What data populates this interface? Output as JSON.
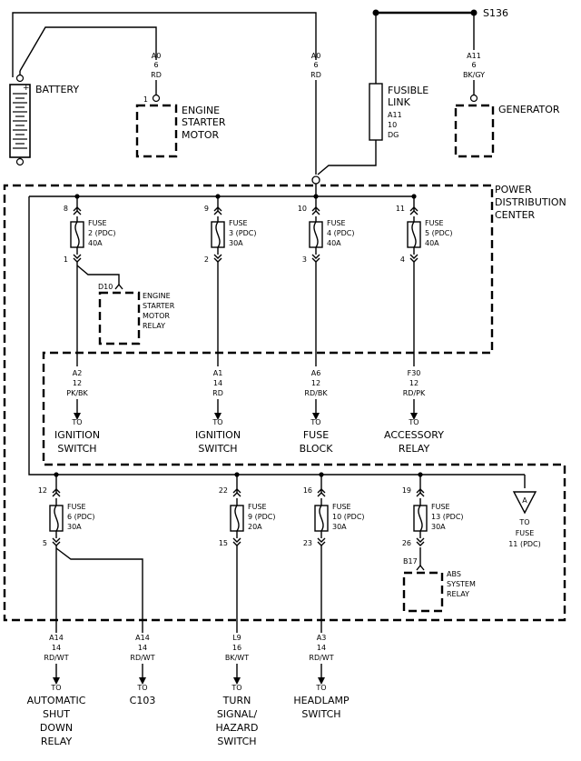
{
  "battery": {
    "label": "BATTERY"
  },
  "starter": {
    "wire": [
      "A0",
      "6",
      "RD"
    ],
    "pin": "1",
    "label": [
      "ENGINE",
      "STARTER",
      "MOTOR"
    ]
  },
  "main_wire": [
    "A0",
    "6",
    "RD"
  ],
  "fusible_link": {
    "label": [
      "FUSIBLE",
      "LINK"
    ],
    "wire": [
      "A11",
      "10",
      "DG"
    ]
  },
  "splice": "S136",
  "generator": {
    "wire": [
      "A11",
      "6",
      "BK/GY"
    ],
    "label": "GENERATOR"
  },
  "pdc": {
    "label": [
      "POWER",
      "DISTRIBUTION",
      "CENTER"
    ]
  },
  "fuses_top": [
    {
      "in_pin": "8",
      "out_pin": "1",
      "label": [
        "FUSE",
        "2 (PDC)",
        "40A"
      ]
    },
    {
      "in_pin": "9",
      "out_pin": "2",
      "label": [
        "FUSE",
        "3 (PDC)",
        "30A"
      ]
    },
    {
      "in_pin": "10",
      "out_pin": "3",
      "label": [
        "FUSE",
        "4 (PDC)",
        "40A"
      ]
    },
    {
      "in_pin": "11",
      "out_pin": "4",
      "label": [
        "FUSE",
        "5 (PDC)",
        "40A"
      ]
    }
  ],
  "starter_relay": {
    "pin": "D10",
    "label": [
      "ENGINE",
      "STARTER",
      "MOTOR",
      "RELAY"
    ]
  },
  "outputs_top": [
    {
      "wire": [
        "A2",
        "12",
        "PK/BK"
      ],
      "dest": [
        "TO",
        "IGNITION",
        "SWITCH"
      ]
    },
    {
      "wire": [
        "A1",
        "14",
        "RD"
      ],
      "dest": [
        "TO",
        "IGNITION",
        "SWITCH"
      ]
    },
    {
      "wire": [
        "A6",
        "12",
        "RD/BK"
      ],
      "dest": [
        "TO",
        "FUSE",
        "BLOCK"
      ]
    },
    {
      "wire": [
        "F30",
        "12",
        "RD/PK"
      ],
      "dest": [
        "TO",
        "ACCESSORY",
        "RELAY"
      ]
    }
  ],
  "fuses_bottom": [
    {
      "in_pin": "12",
      "out_pin": "5",
      "label": [
        "FUSE",
        "6 (PDC)",
        "30A"
      ]
    },
    {
      "in_pin": "22",
      "out_pin": "15",
      "label": [
        "FUSE",
        "9 (PDC)",
        "20A"
      ]
    },
    {
      "in_pin": "16",
      "out_pin": "23",
      "label": [
        "FUSE",
        "10 (PDC)",
        "30A"
      ]
    },
    {
      "in_pin": "19",
      "out_pin": "26",
      "label": [
        "FUSE",
        "13 (PDC)",
        "30A"
      ]
    }
  ],
  "abs_relay": {
    "pin": "B17",
    "label": [
      "ABS",
      "SYSTEM",
      "RELAY"
    ]
  },
  "ref_a": {
    "letter": "A",
    "dest": [
      "TO",
      "FUSE",
      "11 (PDC)"
    ]
  },
  "outputs_bottom": [
    {
      "wire": [
        "A14",
        "14",
        "RD/WT"
      ],
      "dest": [
        "TO",
        "AUTOMATIC",
        "SHUT",
        "DOWN",
        "RELAY"
      ]
    },
    {
      "wire": [
        "A14",
        "14",
        "RD/WT"
      ],
      "dest": [
        "TO",
        "C103"
      ]
    },
    {
      "wire": [
        "L9",
        "16",
        "BK/WT"
      ],
      "dest": [
        "TO",
        "TURN",
        "SIGNAL/",
        "HAZARD",
        "SWITCH"
      ]
    },
    {
      "wire": [
        "A3",
        "14",
        "RD/WT"
      ],
      "dest": [
        "TO",
        "HEADLAMP",
        "SWITCH"
      ]
    }
  ]
}
